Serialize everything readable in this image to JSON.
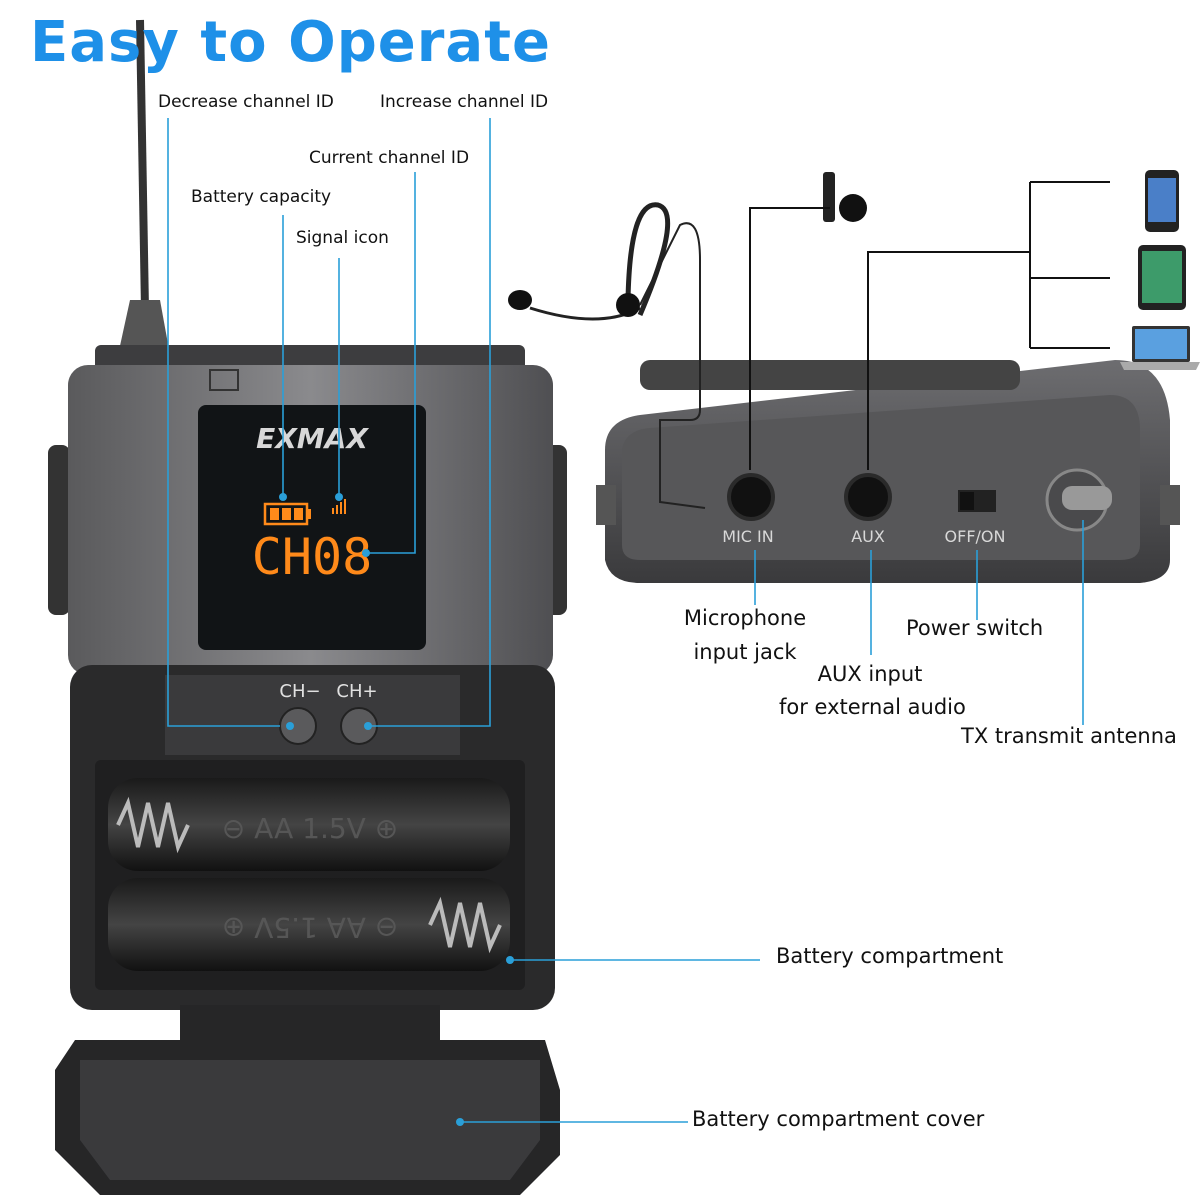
{
  "title": "Easy to Operate",
  "brand": "EXMAX",
  "display": {
    "channel": "CH08"
  },
  "buttons": {
    "ch_minus": "CH−",
    "ch_plus": "CH+"
  },
  "battery_markings": {
    "top": "⊖ AA 1.5V ⊕",
    "bottom": "⊖ AA 1.5V ⊕"
  },
  "ports": {
    "mic_in": "MIC IN",
    "aux": "AUX",
    "off_on": "OFF/ON"
  },
  "callouts": {
    "decrease_channel": "Decrease channel ID",
    "increase_channel": "Increase channel ID",
    "current_channel": "Current channel ID",
    "battery_capacity": "Battery capacity",
    "signal_icon": "Signal icon",
    "microphone_jack_line1": "Microphone",
    "microphone_jack_line2": "input jack",
    "aux_input_line1": "AUX input",
    "aux_input_line2": "for external audio",
    "power_switch": "Power switch",
    "tx_antenna": "TX transmit antenna",
    "battery_compartment": "Battery compartment",
    "battery_cover": "Battery compartment cover"
  },
  "colors": {
    "title": "#1e90e8",
    "callout_line": "#2a9fd8",
    "lcd_orange": "#ff8a1a"
  }
}
